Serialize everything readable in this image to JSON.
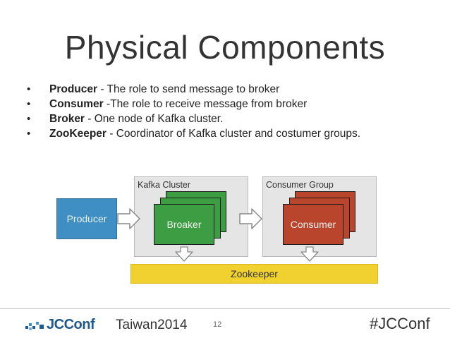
{
  "slide": {
    "title": "Physical Components",
    "bullets": [
      {
        "term": "Producer",
        "text": " - The role to send message to broker"
      },
      {
        "term": "Consumer",
        "text": " -The role to receive message from broker"
      },
      {
        "term": "Broker",
        "text": " - One node of Kafka cluster."
      },
      {
        "term": "ZooKeeper",
        "text": " - Coordinator of Kafka cluster and costumer groups."
      }
    ]
  },
  "diagram": {
    "kafka_cluster_label": "Kafka Cluster",
    "consumer_group_label": "Consumer Group",
    "producer_label": "Producer",
    "broker_label": "Broaker",
    "consumer_label": "Consumer",
    "zookeeper_label": "Zookeeper",
    "colors": {
      "producer": "#3f8fc4",
      "broker": "#3c9d42",
      "consumer": "#b9452d",
      "zookeeper": "#f0d12f",
      "cluster_bg": "#e5e5e5"
    }
  },
  "footer": {
    "logo_text": "JCConf",
    "logo_suffix": "Taiwan2014",
    "page_number": "12",
    "hashtag": "#JCConf"
  }
}
